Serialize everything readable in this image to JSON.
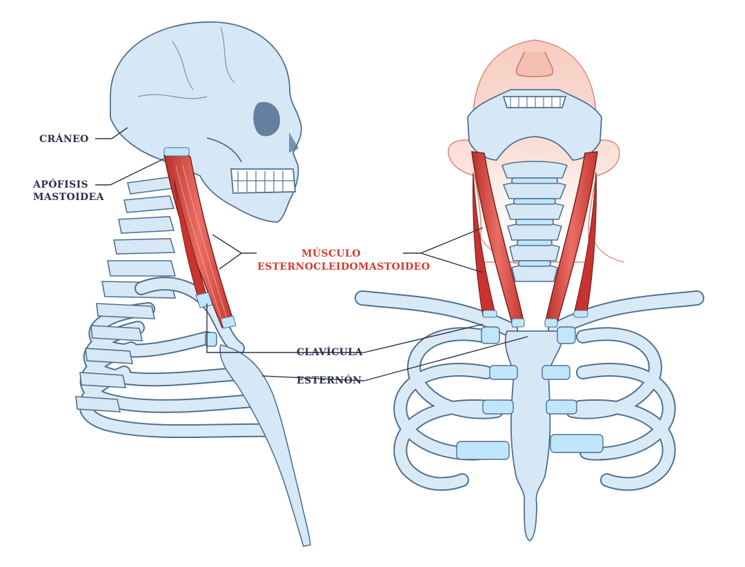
{
  "labels": {
    "craneo": "CRÁNEO",
    "apofisis_line1": "APÓFISIS",
    "apofisis_line2": "MASTOIDEA",
    "musculo_line1": "MÚSCULO",
    "musculo_line2": "ESTERNOCLEIDOMASTOIDEO",
    "clavicula": "CLAVÍCULA",
    "esternon": "ESTERNÓN"
  },
  "colors": {
    "bone_fill": "#d6e8f6",
    "bone_stroke": "#4f6f8f",
    "cartilage": "#bfe6fb",
    "muscle": "#d8413a",
    "muscle_light": "#ef8f86",
    "skin": "#f7cfc4",
    "skin_stroke": "#e0857a",
    "label_dark": "#2b3149",
    "label_accent": "#d53a2c",
    "leader_line": "#2b3149"
  }
}
